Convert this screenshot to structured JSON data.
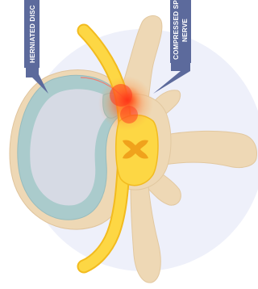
{
  "labels": {
    "herniated_disc": "HERNIATED DISC",
    "compressed_nerve_line1": "COMPRESSED SPINAL",
    "compressed_nerve_line2": "NERVE"
  },
  "colors": {
    "background_circle": "#eef0fa",
    "vertebra": "#eed8b5",
    "vertebra_edge": "#dcc198",
    "disc_outer": "#aacbcc",
    "disc_inner": "#d6dae4",
    "nerve": "#fdd744",
    "nerve_edge": "#f2bb1f",
    "nerve_root": "#f0a21c",
    "inflammation": "#ff3a1e",
    "label_box": "#5c6a9c"
  },
  "icons": {
    "inflammation": "pain-hotspot-icon"
  }
}
